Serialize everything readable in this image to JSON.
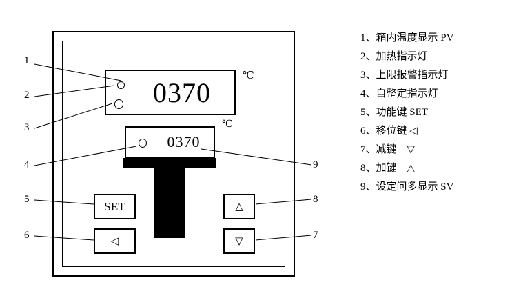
{
  "colors": {
    "line": "#000000",
    "background": "#ffffff"
  },
  "device": {
    "pv_display": {
      "value": "0370",
      "unit": "℃"
    },
    "sv_display": {
      "value": "0370",
      "unit": "℃"
    },
    "indicators": [
      {
        "name": "heating-indicator"
      },
      {
        "name": "alarm-indicator"
      },
      {
        "name": "autotune-indicator"
      }
    ],
    "buttons": {
      "set": "SET",
      "shift": "◁",
      "up": "△",
      "down": "▽"
    }
  },
  "callouts": {
    "c1": "1",
    "c2": "2",
    "c3": "3",
    "c4": "4",
    "c5": "5",
    "c6": "6",
    "c7": "7",
    "c8": "8",
    "c9": "9"
  },
  "legend": {
    "items": [
      "1、箱内温度显示 PV",
      "2、加热指示灯",
      "3、上限报警指示灯",
      "4、自整定指示灯",
      "5、功能键 SET",
      "6、移位键 ◁",
      "7、减键　▽",
      "8、加键　△",
      "9、设定问多显示 SV"
    ]
  }
}
